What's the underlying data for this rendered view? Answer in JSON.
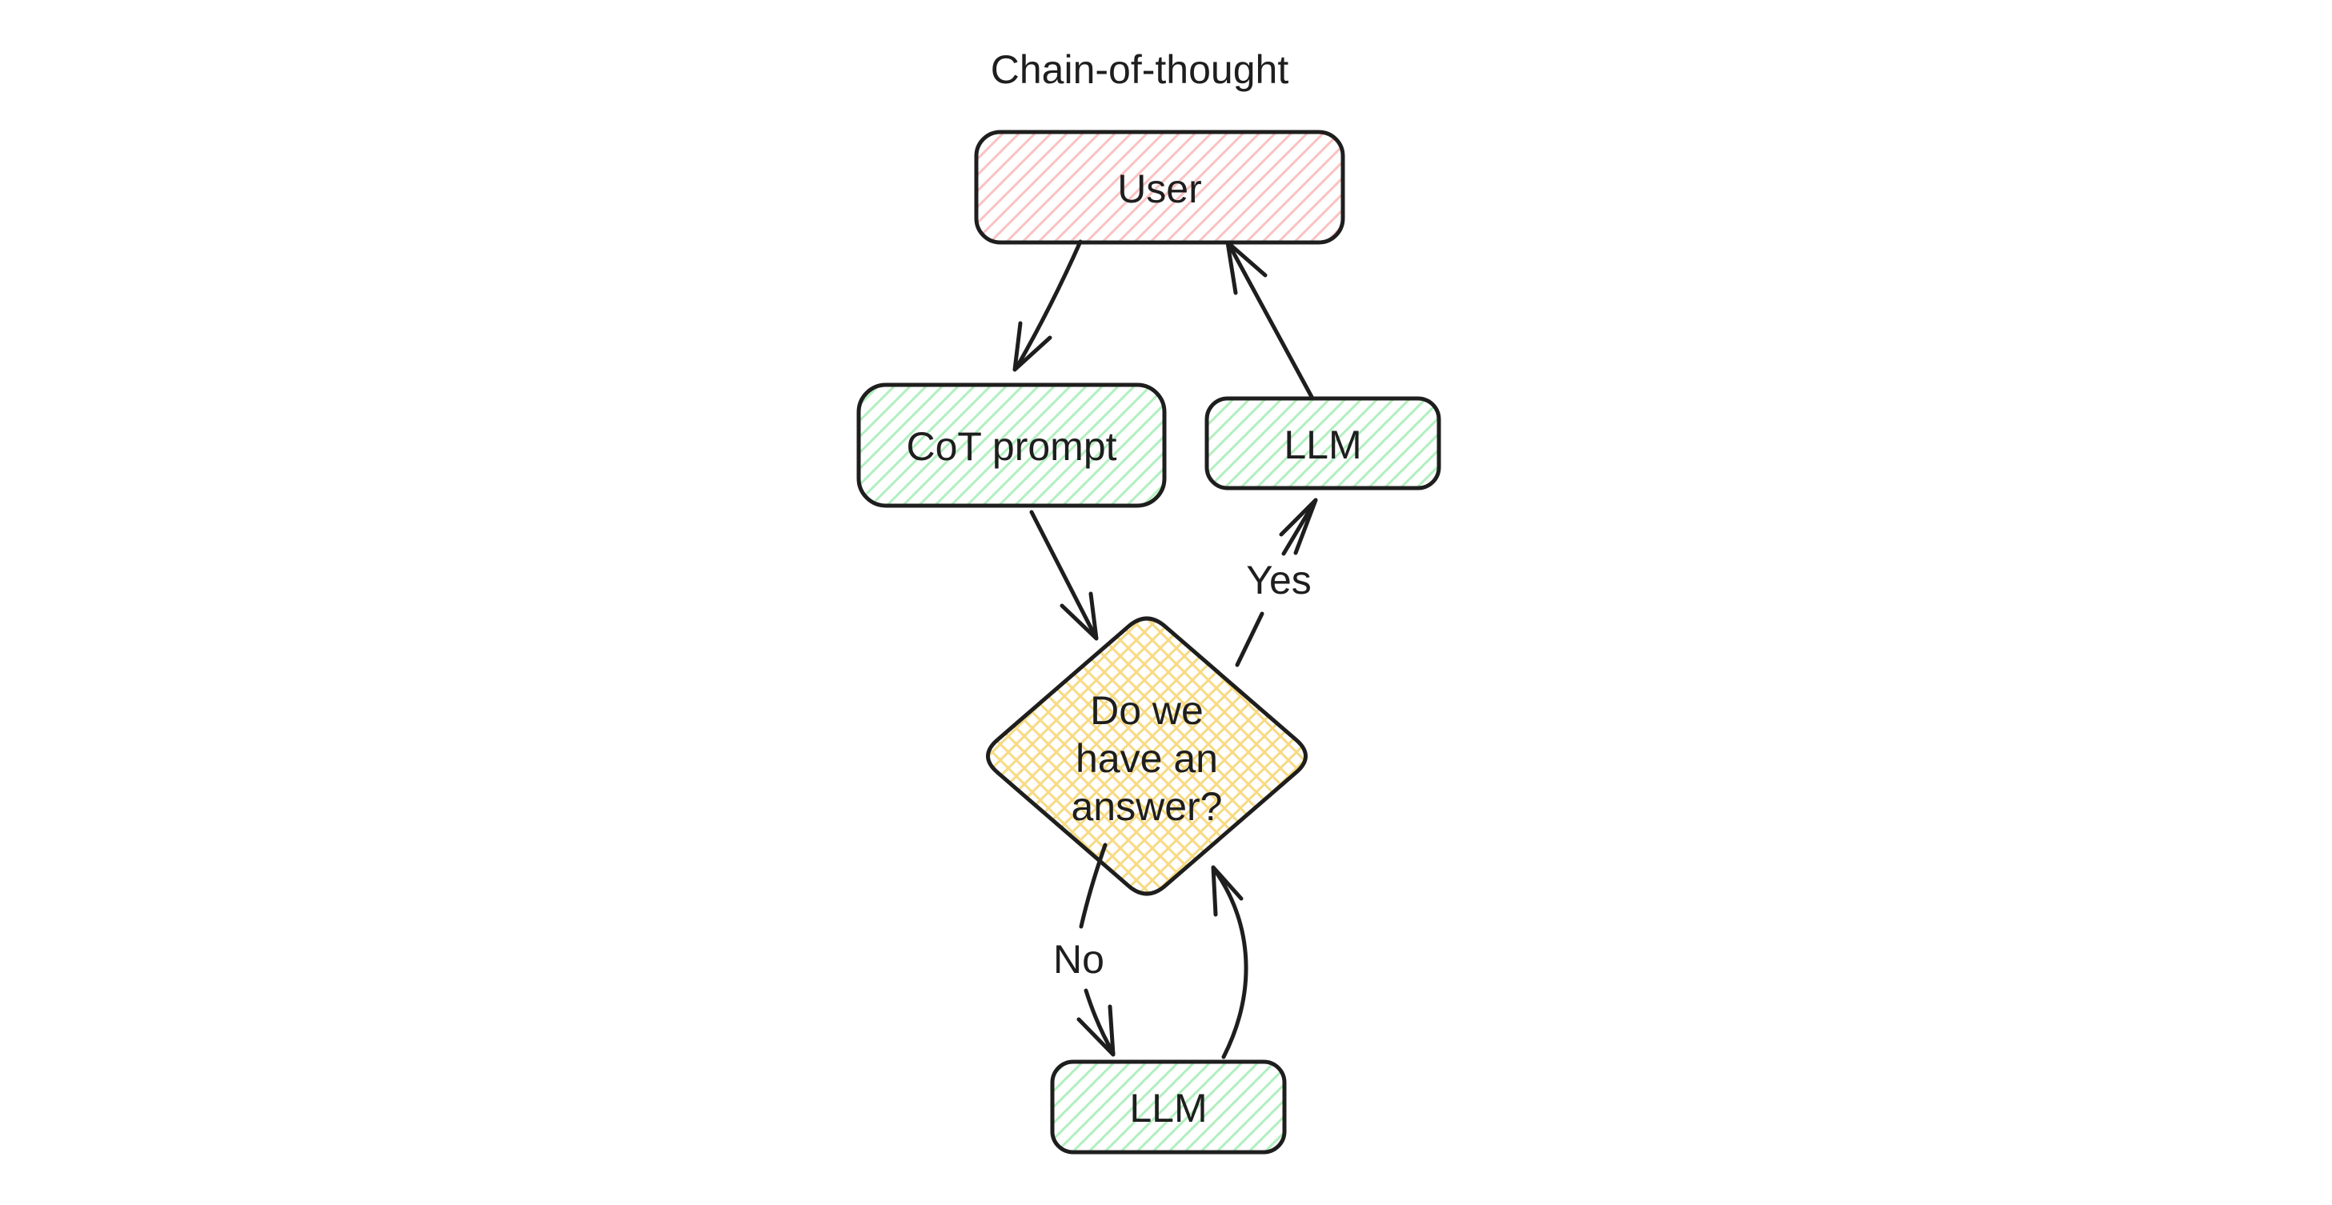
{
  "title": "Chain-of-thought",
  "colors": {
    "stroke": "#1e1e1e",
    "background": "#ffffff",
    "red_hatch": "#fac2c2",
    "green_hatch": "#b2efbe",
    "yellow_hatch": "#f6da83"
  },
  "nodes": {
    "user": {
      "label": "User",
      "shape": "rounded-rectangle",
      "fill": "red-hachure"
    },
    "cot_prompt": {
      "label": "CoT prompt",
      "shape": "rounded-rectangle",
      "fill": "green-hachure"
    },
    "llm_top": {
      "label": "LLM",
      "shape": "rounded-rectangle",
      "fill": "green-hachure"
    },
    "decision": {
      "lines": [
        "Do we",
        "have an",
        "answer?"
      ],
      "shape": "diamond",
      "fill": "yellow-crosshatch"
    },
    "llm_bottom": {
      "label": "LLM",
      "shape": "rounded-rectangle",
      "fill": "green-hachure"
    }
  },
  "edges": {
    "user_to_cot_prompt": {
      "label": ""
    },
    "cot_prompt_to_decision": {
      "label": ""
    },
    "decision_to_llm_top": {
      "label": "Yes"
    },
    "llm_top_to_user": {
      "label": ""
    },
    "decision_to_llm_bottom": {
      "label": "No"
    },
    "llm_bottom_to_decision": {
      "label": ""
    }
  }
}
